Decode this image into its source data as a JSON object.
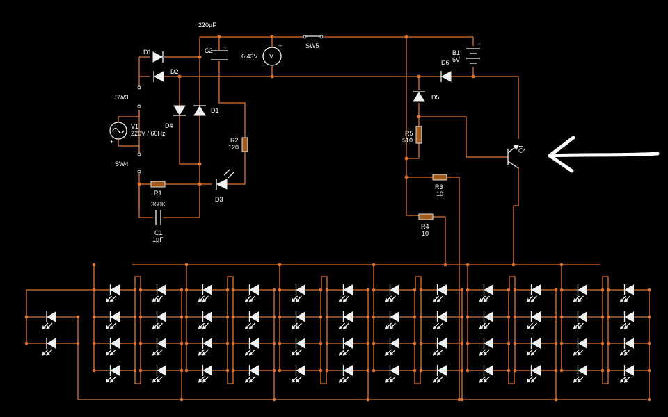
{
  "labels": {
    "c2_value": "220µF",
    "c2": "C2",
    "plus": "+",
    "meter": "6.43V",
    "meter_symbol": "V",
    "sw5": "SW5",
    "b1": "B1",
    "b1_v": "6V",
    "d1a": "D1",
    "d1b": "D1",
    "d2": "D2",
    "d3": "D3",
    "d4": "D4",
    "d5": "D5",
    "d6": "D6",
    "sw3": "SW3",
    "sw4": "SW4",
    "v1": "V1",
    "v1_v": "220V / 60Hz",
    "r1": "R1",
    "r1_v": "360K",
    "c1": "C1",
    "c1_v": "1µF",
    "r2": "R2",
    "r2_v": "120",
    "r3": "R3",
    "r3_v": "10",
    "r4": "R4",
    "r4_v": "10",
    "r5": "R5",
    "r5_v": "510",
    "q1": "Q1"
  },
  "colors": {
    "wire": "#e2732e",
    "component": "#f0f0f0",
    "resistor": "#a15c1d",
    "background": "#000000",
    "arrow": "#ffffff"
  },
  "led_array": {
    "columns": 13,
    "led_count": 50
  }
}
